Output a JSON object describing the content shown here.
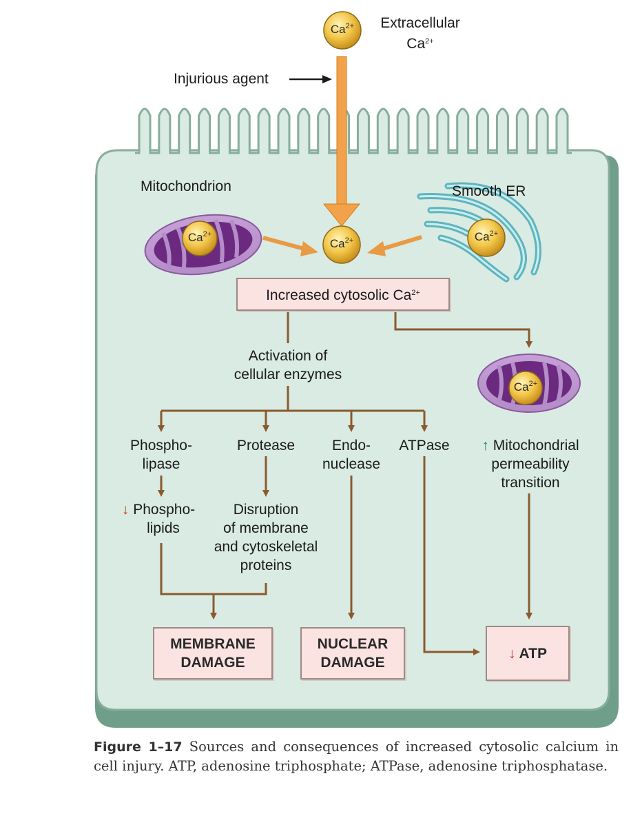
{
  "labels": {
    "ca": "Ca",
    "charge": "2+",
    "extracellular": "Extracellular",
    "injurious_agent": "Injurious agent",
    "mitochondrion": "Mitochondrion",
    "smooth_er": "Smooth ER",
    "increased_cytosolic": "Increased cytosolic Ca",
    "activation_line1": "Activation of",
    "activation_line2": "cellular enzymes",
    "phospholipase_line1": "Phospho-",
    "phospholipase_line2": "lipase",
    "protease": "Protease",
    "endonuclease_line1": "Endo-",
    "endonuclease_line2": "nuclease",
    "atpase": "ATPase",
    "mito_perm_line1": "Mitochondrial",
    "mito_perm_line2": "permeability",
    "mito_perm_line3": "transition",
    "phospholipids_line1": "Phospho-",
    "phospholipids_line2": "lipids",
    "disruption_line1": "Disruption",
    "disruption_line2": "of membrane",
    "disruption_line3": "and cytoskeletal",
    "disruption_line4": "proteins"
  },
  "outcomes": {
    "membrane_line1": "MEMBRANE",
    "membrane_line2": "DAMAGE",
    "nuclear_line1": "NUCLEAR",
    "nuclear_line2": "DAMAGE",
    "atp": "ATP"
  },
  "symbols": {
    "down_arrow": "↓",
    "up_arrow": "↑",
    "right_arrow": "→"
  },
  "caption": {
    "figure_label": "Figure 1–17",
    "text": "Sources and consequences of increased cytosolic calcium in cell injury. ATP, adenosine triphosphate; ATPase, adenosine triphosphatase."
  },
  "colors": {
    "cell_fill": "#d9ebe3",
    "cell_edge": "#8fb5a5",
    "cell_shadow": "#5e8c79",
    "pathway": "#8a5a2e",
    "orange_arrow": "#f2a24a",
    "mito_outer": "#7b3b8f",
    "er": "#6ec4cc",
    "calcium": "#f0c040",
    "box_fill": "#fbe3e1",
    "down": "#d93424",
    "up": "#2e8b57"
  }
}
